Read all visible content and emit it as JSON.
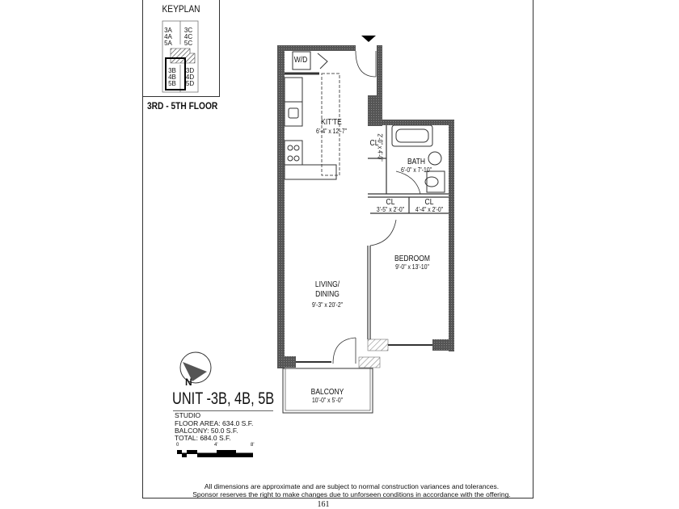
{
  "keyplan": {
    "title": "KEYPLAN",
    "units_left_top": [
      "3A",
      "4A",
      "5A"
    ],
    "units_right_top": [
      "3C",
      "4C",
      "5C"
    ],
    "units_left_bottom": [
      "3B",
      "4B",
      "5B"
    ],
    "units_right_bottom": [
      "3D",
      "4D",
      "5D"
    ],
    "floor_label": "3RD - 5TH FLOOR"
  },
  "rooms": {
    "wd": "W/D",
    "kitchen": {
      "name": "KIT'TE",
      "dim": "6'-4\" x 12'-7\""
    },
    "closet_hall": {
      "name": "CL",
      "dim": "2'-0\" x 4'-0\""
    },
    "bath": {
      "name": "BATH",
      "dim": "6'-0\" x 7'-10\""
    },
    "closet1": {
      "name": "CL",
      "dim": "3'-5\" x 2'-0\""
    },
    "closet2": {
      "name": "CL",
      "dim": "4'-4\" x 2'-0\""
    },
    "bedroom": {
      "name": "BEDROOM",
      "dim": "9'-0\" x 13'-10\""
    },
    "living": {
      "name1": "LIVING/",
      "name2": "DINING",
      "dim": "9'-3\" x 20'-2\""
    },
    "balcony": {
      "name": "BALCONY",
      "dim": "10'-0\" x 5'-0\""
    }
  },
  "compass": {
    "label": "N"
  },
  "unit": {
    "title": "UNIT -3B, 4B, 5B",
    "type": "STUDIO",
    "floor_area": "FLOOR AREA: 634.0 S.F.",
    "balcony": "BALCONY: 50.0 S.F.",
    "total": "TOTAL: 684.0 S.F."
  },
  "scale": {
    "labels": [
      "0",
      "4'",
      "8'"
    ]
  },
  "disclaimer": {
    "line1": "All dimensions are approximate and are subject to normal construction variances and tolerances.",
    "line2": "Sponsor reserves the right to make changes due to unforseen conditions in accordance with the offering."
  },
  "page_number": "161"
}
